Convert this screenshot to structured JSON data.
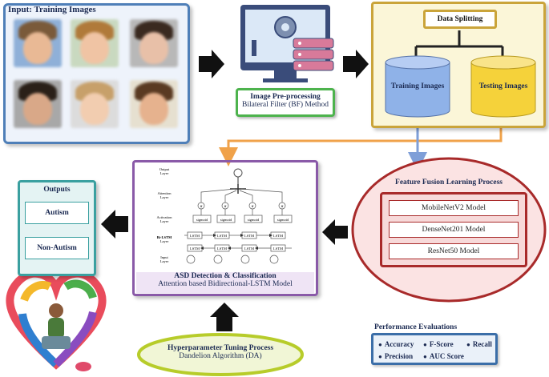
{
  "input_panel": {
    "title": "Input: Training Images"
  },
  "preprocessing": {
    "title": "Image Pre-processing",
    "method": "Bilateral Filter (BF) Method"
  },
  "data_splitting": {
    "title": "Data Splitting",
    "training": "Training Images",
    "testing": "Testing Images"
  },
  "feature_fusion": {
    "title": "Feature Fusion Learning Process",
    "models": [
      "MobileNetV2 Model",
      "DenseNet201 Model",
      "ResNet50 Model"
    ]
  },
  "asd": {
    "title": "ASD Detection & Classification",
    "model": "Attention based Bidirectional-LSTM Model",
    "layers": [
      "Output Layer",
      "Attention Layer",
      "Activation Layer",
      "Bi-LSTM Layer",
      "Input Layer"
    ],
    "cells": {
      "lstm": "LSTM",
      "sigmoid": "sigmoid",
      "alpha": "α"
    }
  },
  "outputs": {
    "title": "Outputs",
    "items": [
      "Autism",
      "Non-Autism"
    ]
  },
  "hyperparameter": {
    "title": "Hyperparameter Tuning Process",
    "algorithm": "Dandelion Algorithm (DA)"
  },
  "performance": {
    "title": "Performance Evaluations",
    "metrics": [
      "Accuracy",
      "F-Score",
      "Recall",
      "Precision",
      "AUC Score"
    ]
  },
  "colors": {
    "input_border": "#4f7fb8",
    "preproc_border": "#4db34d",
    "split_border": "#caa43a",
    "feature_border": "#a82a2a",
    "asd_border": "#8a5aa8",
    "outputs_border": "#3aa0a0",
    "hyper_border": "#b7cc2a",
    "arrow_orange": "#f0a24a",
    "arrow_blue": "#7f9fd8"
  }
}
